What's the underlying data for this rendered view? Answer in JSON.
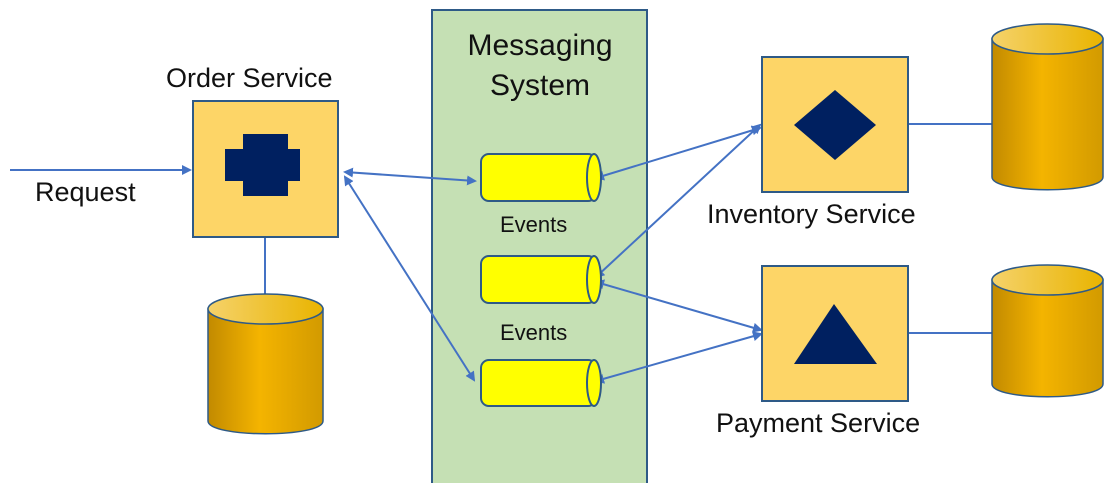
{
  "request_label": "Request",
  "order_service": {
    "label": "Order Service",
    "icon": "cross-shape",
    "box_fill": "#FDD567",
    "icon_fill": "#002060"
  },
  "messaging_system": {
    "line1": "Messaging",
    "line2": "System",
    "fill": "#C5E0B4",
    "border": "#2E5A87",
    "channels": [
      {
        "label": "Events"
      },
      {
        "label": "Events"
      }
    ],
    "channel_fill": "#FFFF00"
  },
  "inventory_service": {
    "label": "Inventory Service",
    "icon": "diamond-shape"
  },
  "payment_service": {
    "label": "Payment Service",
    "icon": "triangle-shape"
  },
  "database_fill": "#F4B400",
  "connector_color": "#4472C4"
}
